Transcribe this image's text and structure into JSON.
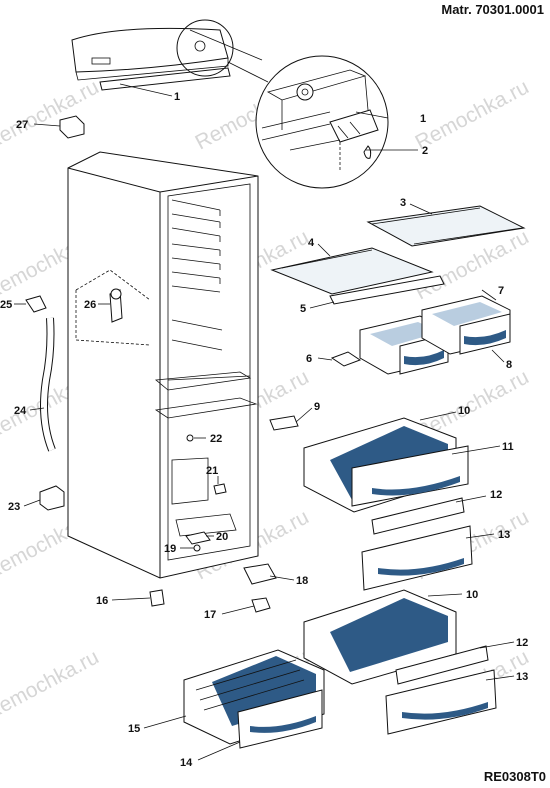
{
  "header": {
    "matr": "Matr. 70301.0001",
    "code": "RE0308T0"
  },
  "watermark": "Remochka.ru",
  "callouts": [
    "1",
    "1",
    "2",
    "3",
    "4",
    "5",
    "6",
    "7",
    "8",
    "9",
    "10",
    "11",
    "12",
    "13",
    "10",
    "12",
    "13",
    "14",
    "15",
    "16",
    "17",
    "18",
    "19",
    "20",
    "21",
    "22",
    "23",
    "24",
    "25",
    "26",
    "27"
  ]
}
